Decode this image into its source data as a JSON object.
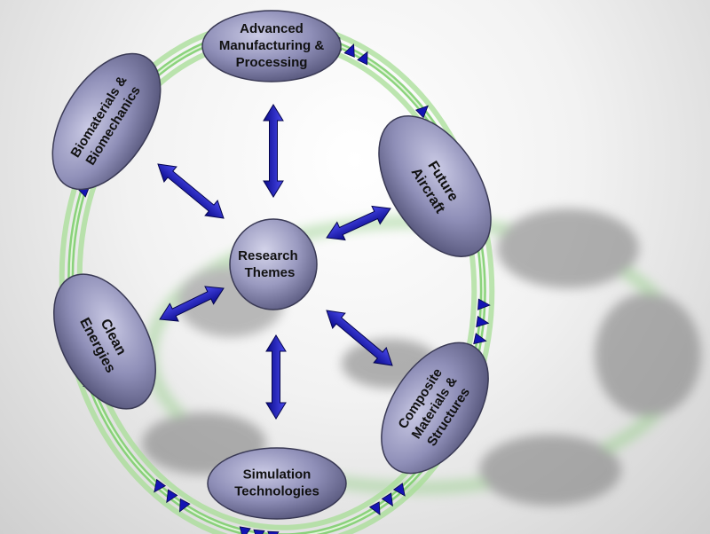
{
  "diagram": {
    "hub": {
      "lines": [
        "Research",
        "Themes"
      ]
    },
    "themes": [
      {
        "id": "manufacturing",
        "lines": [
          "Advanced",
          "Manufacturing &",
          "Processing"
        ]
      },
      {
        "id": "aircraft",
        "lines": [
          "Future",
          "Aircraft"
        ]
      },
      {
        "id": "composites",
        "lines": [
          "Composite",
          "Materials &",
          "Structures"
        ]
      },
      {
        "id": "simulation",
        "lines": [
          "Simulation",
          "Technologies"
        ]
      },
      {
        "id": "energies",
        "lines": [
          "Clean",
          "Energies"
        ]
      },
      {
        "id": "biomaterials",
        "lines": [
          "Biomaterials &",
          "Biomechanics"
        ]
      }
    ],
    "colors": {
      "node_fill": "#8f8fb8",
      "node_stroke": "#3a3a55",
      "arrow": "#1414b4",
      "ring": "#7fcf6f",
      "shadow": "#6e6e6e"
    }
  }
}
